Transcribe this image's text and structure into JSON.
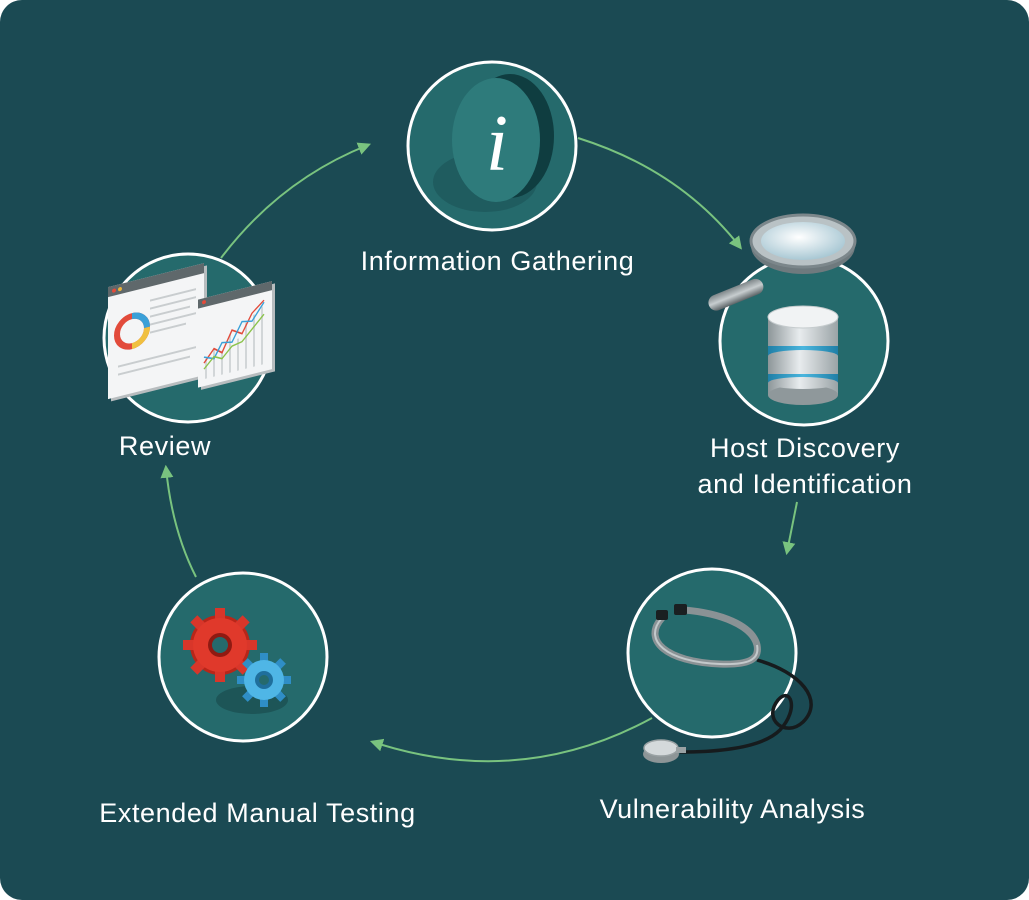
{
  "title": "",
  "colors": {
    "background": "#1b4a53",
    "node_fill": "#256a6c",
    "node_ring": "#ffffff",
    "arrow": "#79c37f",
    "label": "#ffffff"
  },
  "nodes": [
    {
      "id": "information-gathering",
      "label": "Information Gathering",
      "icon": "info-icon"
    },
    {
      "id": "host-discovery",
      "label": "Host Discovery and Identification",
      "label_lines": [
        "Host Discovery",
        "and Identification"
      ],
      "icon": "magnifier-database-icon"
    },
    {
      "id": "vulnerability-analysis",
      "label": "Vulnerability Analysis",
      "icon": "stethoscope-icon"
    },
    {
      "id": "extended-manual-testing",
      "label": "Extended Manual Testing",
      "icon": "gears-icon"
    },
    {
      "id": "review",
      "label": "Review",
      "icon": "report-charts-icon"
    }
  ],
  "edges": [
    {
      "from": "information-gathering",
      "to": "host-discovery"
    },
    {
      "from": "host-discovery",
      "to": "vulnerability-analysis"
    },
    {
      "from": "vulnerability-analysis",
      "to": "extended-manual-testing"
    },
    {
      "from": "extended-manual-testing",
      "to": "review"
    },
    {
      "from": "review",
      "to": "information-gathering"
    }
  ]
}
